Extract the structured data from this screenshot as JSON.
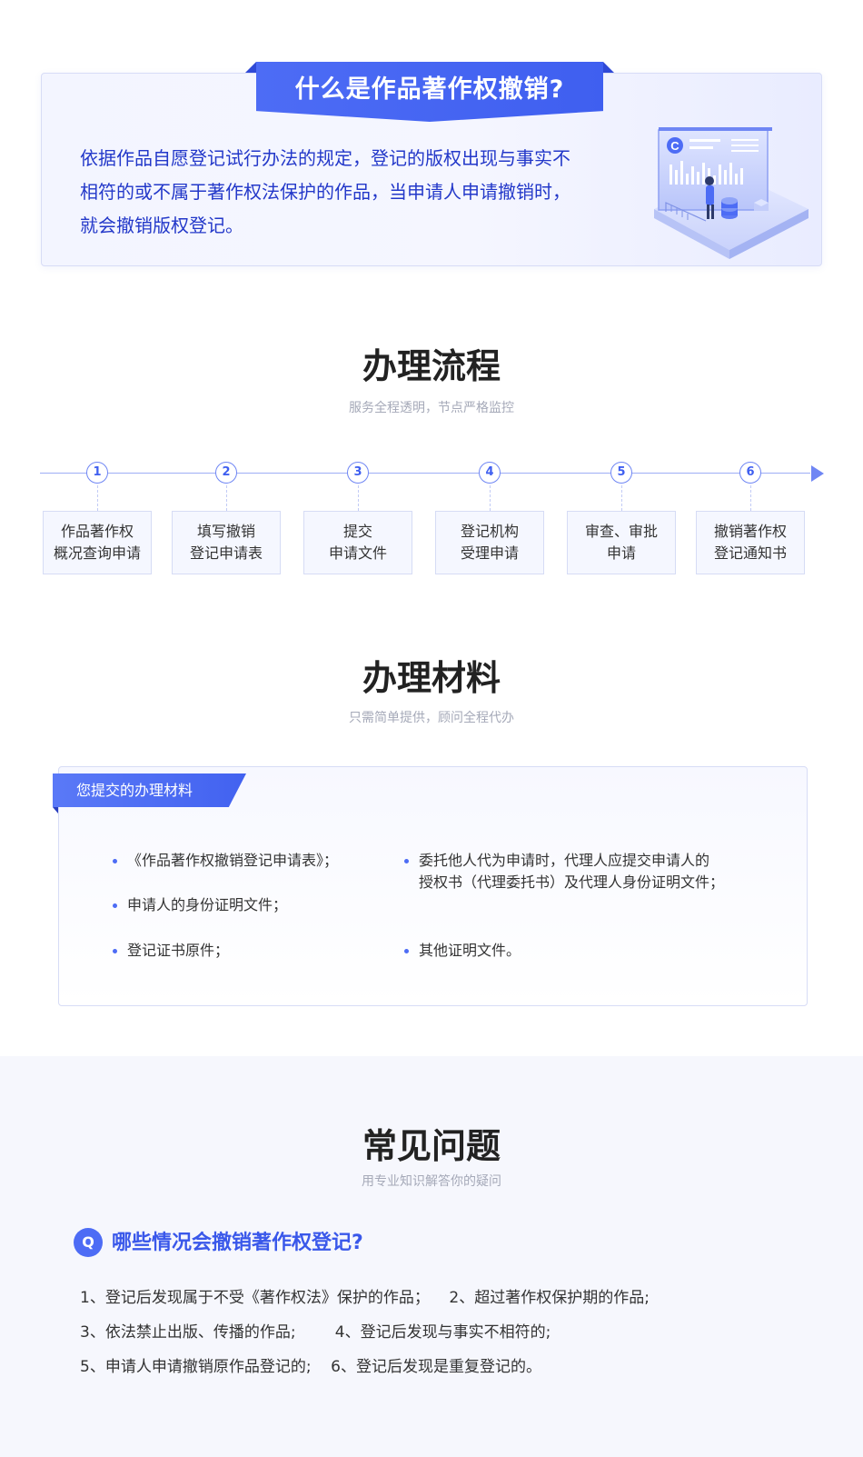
{
  "intro": {
    "title": "什么是作品著作权撤销?",
    "text_lines": [
      "依据作品自愿登记试行办法的规定，登记的版权出现与事实不",
      "相符的或不属于著作权法保护的作品，当申请人申请撤销时，",
      "就会撤销版权登记。"
    ],
    "illustration_icon": "copyright-illustration-icon",
    "illustration_letter": "C"
  },
  "process": {
    "title": "办理流程",
    "subtitle": "服务全程透明，节点严格监控",
    "steps": [
      {
        "num": "1",
        "line1": "作品著作权",
        "line2": "概况查询申请"
      },
      {
        "num": "2",
        "line1": "填写撤销",
        "line2": "登记申请表"
      },
      {
        "num": "3",
        "line1": "提交",
        "line2": "申请文件"
      },
      {
        "num": "4",
        "line1": "登记机构",
        "line2": "受理申请"
      },
      {
        "num": "5",
        "line1": "审查、审批",
        "line2": "申请"
      },
      {
        "num": "6",
        "line1": "撤销著作权",
        "line2": "登记通知书"
      }
    ],
    "accent_color": "#4d6cf5"
  },
  "materials": {
    "title": "办理材料",
    "subtitle": "只需简单提供，顾问全程代办",
    "tag": "您提交的办理材料",
    "items": [
      "《作品著作权撤销登记申请表》；",
      "申请人的身份证明文件；",
      "登记证书原件；",
      "委托他人代为申请时，代理人应提交申请人的",
      "授权书（代理委托书）及代理人身份证明文件；",
      "其他证明文件。"
    ]
  },
  "faq": {
    "title": "常见问题",
    "subtitle": "用专业知识解答你的疑问",
    "q_icon_label": "Q",
    "question": "哪些情况会撤销著作权登记?",
    "answer_lines": [
      "1、登记后发现属于不受《著作权法》保护的作品；    2、超过著作权保护期的作品;",
      "3、依法禁止出版、传播的作品;        4、登记后发现与事实不相符的;",
      "5、申请人申请撤销原作品登记的;    6、登记后发现是重复登记的。"
    ]
  }
}
